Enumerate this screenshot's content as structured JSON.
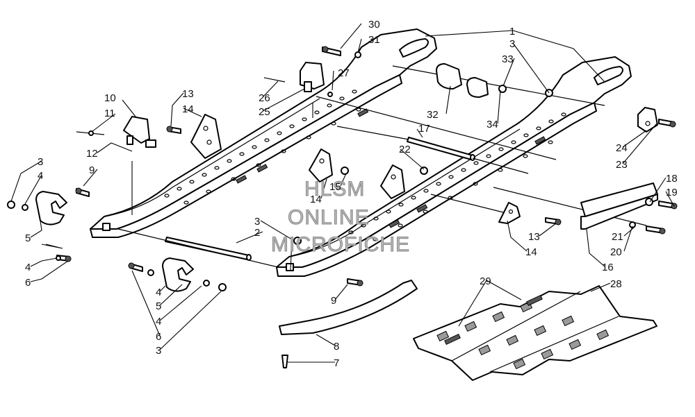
{
  "watermark": {
    "line1": "HLSM",
    "line2": "ONLINE",
    "line3": "MICROFICHE"
  },
  "callouts": [
    "1",
    "2",
    "3",
    "3",
    "3",
    "3",
    "4",
    "4",
    "4",
    "4",
    "5",
    "5",
    "6",
    "6",
    "7",
    "8",
    "9",
    "9",
    "10",
    "11",
    "12",
    "13",
    "13",
    "14",
    "14",
    "14",
    "15",
    "16",
    "17",
    "18",
    "19",
    "20",
    "21",
    "22",
    "23",
    "24",
    "25",
    "26",
    "27",
    "28",
    "29",
    "30",
    "31",
    "32",
    "33",
    "34"
  ],
  "colors": {
    "line": "#000000",
    "shade": "#9a9a9a",
    "watermark": "#b9b9b9"
  }
}
